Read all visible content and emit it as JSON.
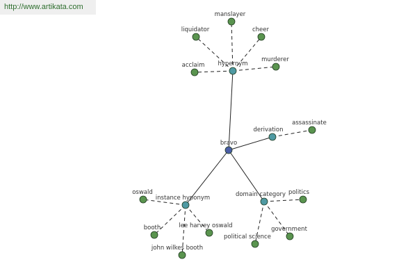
{
  "source_link": "http://www.artikata.com",
  "colors": {
    "root": "#4b5ea6",
    "relation": "#4f9aa3",
    "leaf": "#5a944f",
    "edge": "#222222"
  },
  "graph": {
    "root": {
      "id": "bravo",
      "label": "bravo"
    },
    "relations": [
      {
        "id": "hypernym",
        "label": "hypernym",
        "leaves": [
          "manslayer",
          "liquidator",
          "cheer",
          "acclaim",
          "murderer"
        ]
      },
      {
        "id": "derivation",
        "label": "derivation",
        "leaves": [
          "assassinate"
        ]
      },
      {
        "id": "instance-hyponym",
        "label": "instance hyponym",
        "leaves": [
          "oswald",
          "booth",
          "lee harvey oswald",
          "john wilkes booth"
        ]
      },
      {
        "id": "domain-category",
        "label": "domain category",
        "leaves": [
          "politics",
          "government",
          "political science"
        ]
      }
    ]
  }
}
